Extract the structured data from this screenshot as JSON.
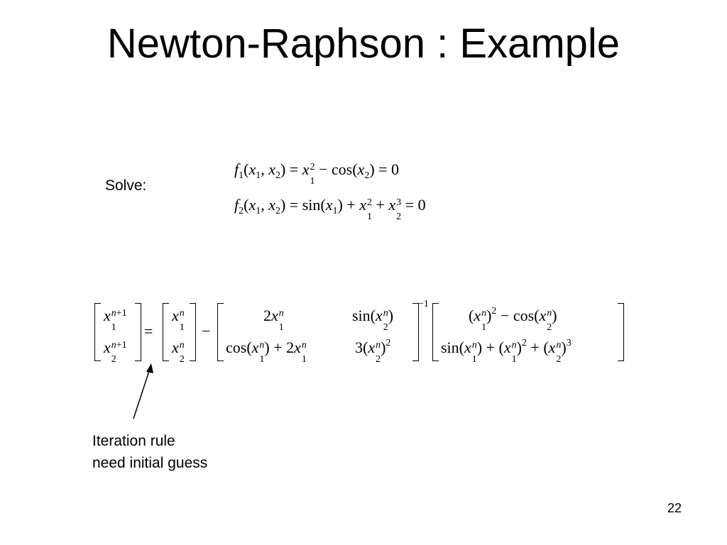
{
  "title": "Newton-Raphson : Example",
  "solve_label": "Solve:",
  "equations": {
    "f1": "f1(x1, x2) = x1^2 − cos(x2) = 0",
    "f2": "f2(x1, x2) = sin(x1) + x1^2 + x2^3 = 0"
  },
  "iteration_formula": "[x1^(n+1); x2^(n+1)] = [x1^n; x2^n] − [2x1^n, sin(x2^n); cos(x1^n) + 2x1^n, 3(x2^n)^2]^(−1) [(x1^n)^2 − cos(x2^n); sin(x1^n) + (x1^n)^2 + (x2^n)^3]",
  "annotation": {
    "line1": "Iteration rule",
    "line2": "need initial guess"
  },
  "page_number": "22"
}
